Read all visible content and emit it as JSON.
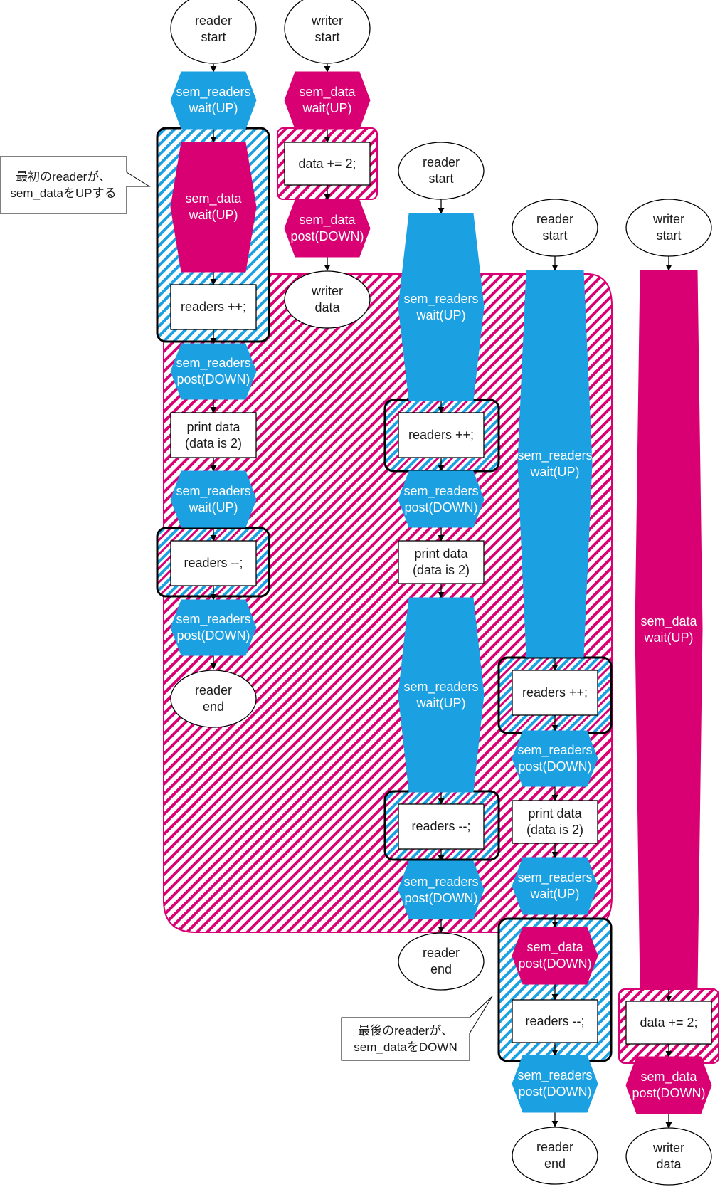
{
  "colors": {
    "readers_accent": "#1ba1e2",
    "data_accent": "#d80073",
    "outline": "#000000",
    "background": "#ffffff"
  },
  "nodes": {
    "r1_start": "reader\nstart",
    "w1_start": "writer\nstart",
    "r1_readers_wait": "sem_readers\nwait(UP)",
    "w1_data_wait": "sem_data\nwait(UP)",
    "r1_data_wait": "sem_data\nwait(UP)",
    "w1_data_add": "data += 2;",
    "w1_data_post": "sem_data\npost(DOWN)",
    "w1_end": "writer\ndata",
    "r1_inc": "readers ++;",
    "r1_readers_post1": "sem_readers\npost(DOWN)",
    "r1_print": "print data\n(data is 2)",
    "r1_readers_wait2": "sem_readers\nwait(UP)",
    "r1_dec": "readers --;",
    "r1_readers_post2": "sem_readers\npost(DOWN)",
    "r1_end": "reader\nend",
    "r2_start": "reader\nstart",
    "r2_readers_wait": "sem_readers\nwait(UP)",
    "r2_inc": "readers ++;",
    "r2_readers_post1": "sem_readers\npost(DOWN)",
    "r2_print": "print data\n(data is 2)",
    "r2_readers_wait2": "sem_readers\nwait(UP)",
    "r2_dec": "readers --;",
    "r2_readers_post2": "sem_readers\npost(DOWN)",
    "r2_end": "reader\nend",
    "r3_start": "reader\nstart",
    "r3_readers_wait": "sem_readers\nwait(UP)",
    "r3_inc": "readers ++;",
    "r3_readers_post1": "sem_readers\npost(DOWN)",
    "r3_print": "print data\n(data is 2)",
    "r3_readers_wait2": "sem_readers\nwait(UP)",
    "r3_data_post": "sem_data\npost(DOWN)",
    "r3_dec": "readers --;",
    "r3_readers_post2": "sem_readers\npost(DOWN)",
    "r3_end": "reader\nend",
    "w2_start": "writer\nstart",
    "w2_data_wait": "sem_data\nwait(UP)",
    "w2_data_add": "data += 2;",
    "w2_data_post": "sem_data\npost(DOWN)",
    "w2_end": "writer\ndata"
  },
  "callouts": {
    "first_reader": "最初のreaderが、\nsem_dataをUPする",
    "last_reader": "最後のreaderが、\nsem_dataをDOWN"
  }
}
